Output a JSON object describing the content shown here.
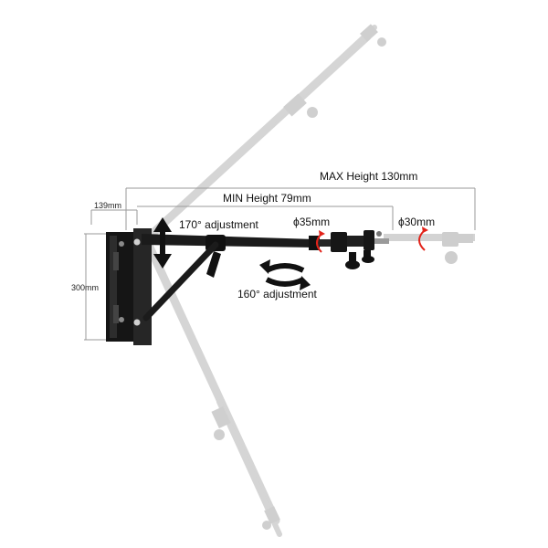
{
  "labels": {
    "max_height": "MAX Height 130mm",
    "min_height": "MIN  Height 79mm",
    "adjust_vertical": "170° adjustment",
    "adjust_horizontal": "160° adjustment",
    "diameter_large": "ϕ35mm",
    "diameter_small": "ϕ30mm",
    "plate_depth": "139mm",
    "plate_height": "300mm"
  },
  "colors": {
    "metal": "#1b1b1b",
    "ghost": "#c8c8c8",
    "rotation_arrow": "#e2231a",
    "dimension_line": "#9a9a9a"
  }
}
